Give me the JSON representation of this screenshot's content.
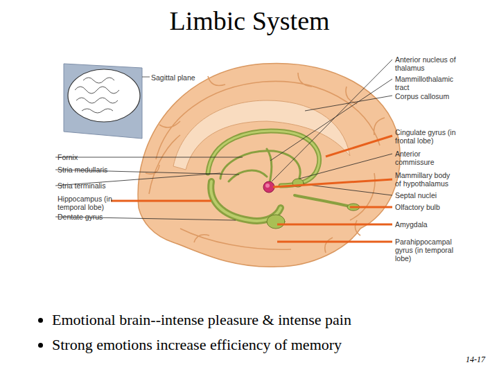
{
  "diagram": {
    "title": "Limbic System",
    "labels": [
      "Sagittal plane",
      "Anterior nucleus of thalamus",
      "Mammillothalamic tract",
      "Corpus callosum",
      "Cingulate gyrus (in frontal lobe)",
      "Anterior commissure",
      "Mammillary body of hypothalamus",
      "Septal nuclei",
      "Olfactory bulb",
      "Amygdala",
      "Parahippocampal gyrus (in temporal lobe)",
      "Fornix",
      "Stria medullaris",
      "Stria terminalis",
      "Hippocampus (in temporal lobe)",
      "Dentate gyrus",
      "Emotional brain--intense pleasure & intense pain",
      "Strong emotions increase efficiency of memory",
      "14-17"
    ]
  }
}
